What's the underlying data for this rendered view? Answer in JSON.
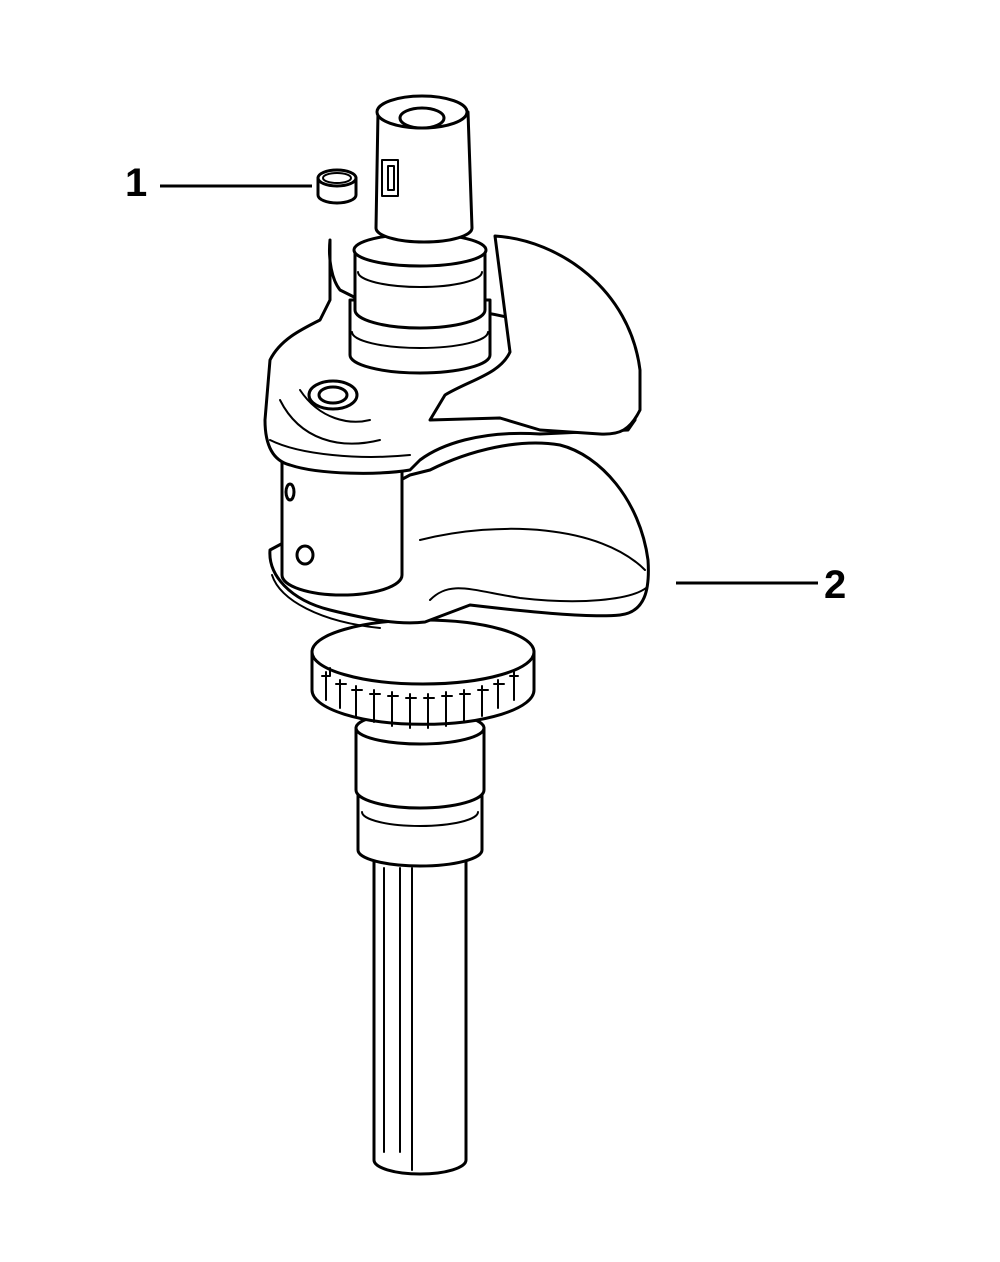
{
  "diagram": {
    "parts": [
      {
        "number": "1",
        "name": "key-ring"
      },
      {
        "number": "2",
        "name": "crankshaft"
      }
    ]
  }
}
